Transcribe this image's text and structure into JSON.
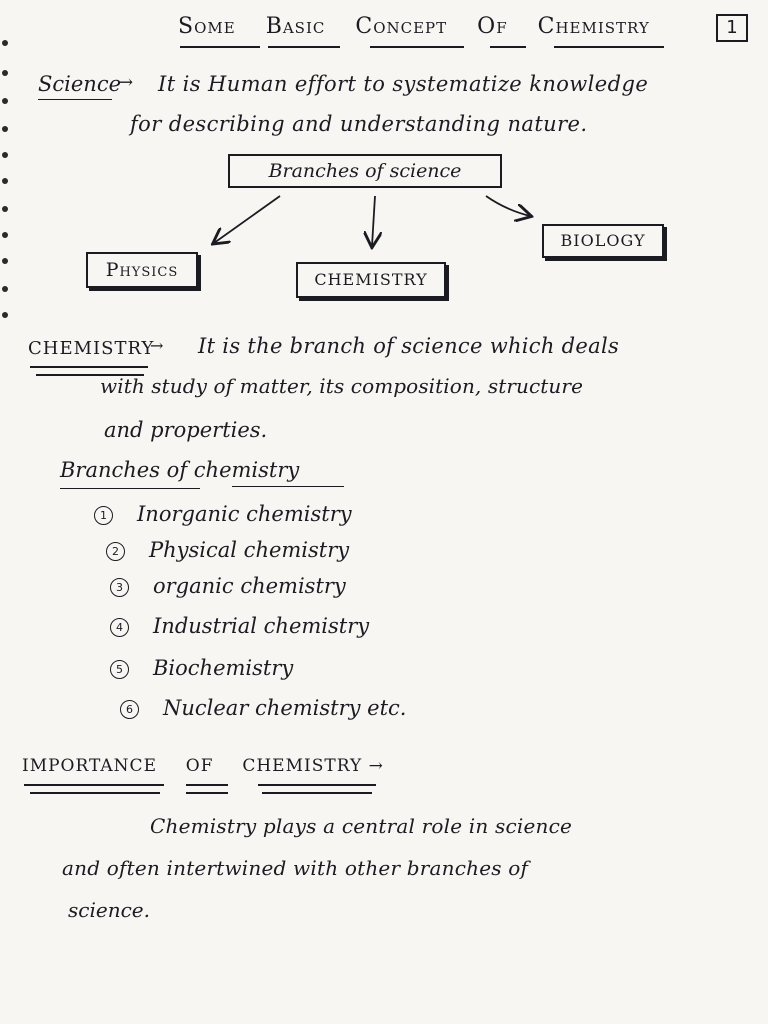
{
  "title": "Some Basic Concept Of Chemistry",
  "title_words": [
    "Some",
    "Basic",
    "Concept",
    "Of",
    "Chemistry"
  ],
  "page_number": "1",
  "science": {
    "label": "Science",
    "line1": "It is Human effort to systematize knowledge",
    "line2": "for describing  and  understanding  nature."
  },
  "diagram": {
    "root": "Branches of science",
    "physics": "Physics",
    "chemistry": "CHEMISTRY",
    "biology": "BIOLOGY"
  },
  "chemistry_def": {
    "label": "CHEMISTRY",
    "line1": "It is the branch of  science  which deals",
    "line2": "with study  of  matter,  its  composition, structure",
    "line3": "and properties."
  },
  "branches": {
    "heading_part1": "Branches of",
    "heading_part2": "chemistry",
    "items": [
      {
        "num": "1",
        "text": "Inorganic  chemistry"
      },
      {
        "num": "2",
        "text": "Physical   chemistry"
      },
      {
        "num": "3",
        "text": "organic    chemistry"
      },
      {
        "num": "4",
        "text": "Industrial  chemistry"
      },
      {
        "num": "5",
        "text": "Biochemistry"
      },
      {
        "num": "6",
        "text": "Nuclear  chemistry  etc."
      }
    ]
  },
  "importance": {
    "heading_words": [
      "IMPORTANCE",
      "OF",
      "CHEMISTRY"
    ],
    "line1": "Chemistry   plays   a   central   role  in   science",
    "line2": "and  often  intertwined     with other branches  of",
    "line3": "science."
  }
}
